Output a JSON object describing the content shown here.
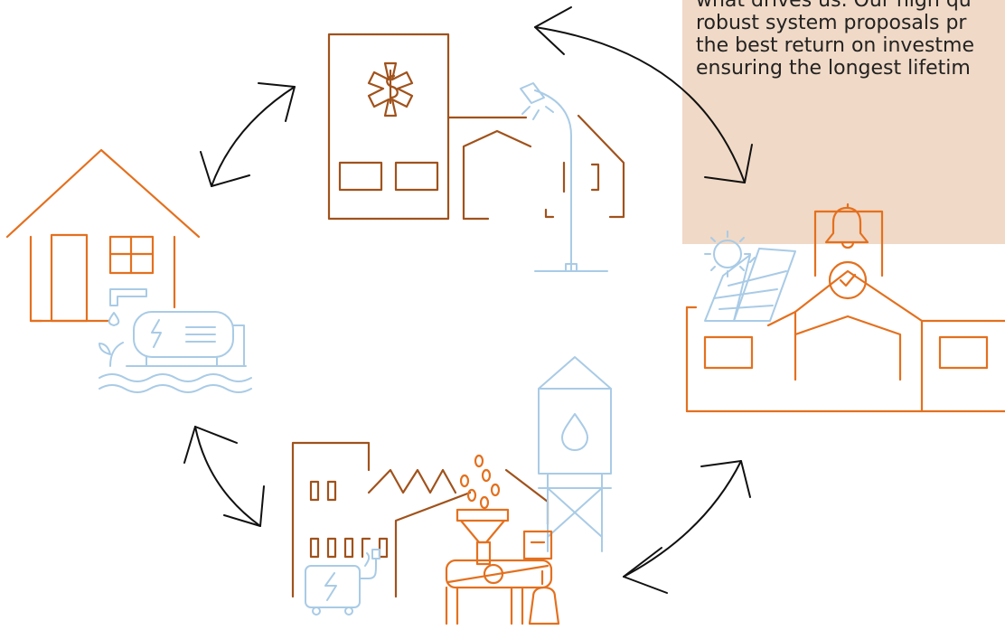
{
  "panel_text": {
    "lines": [
      "what drives us. Our high qu",
      "robust system proposals pr",
      "the best return on investme",
      "ensuring the longest lifetim"
    ]
  },
  "colors": {
    "orange": "#e4701e",
    "brown": "#a0521c",
    "light_blue": "#a9cbe6",
    "arrow": "#111111",
    "panel_bg": "#f0d9c6"
  }
}
